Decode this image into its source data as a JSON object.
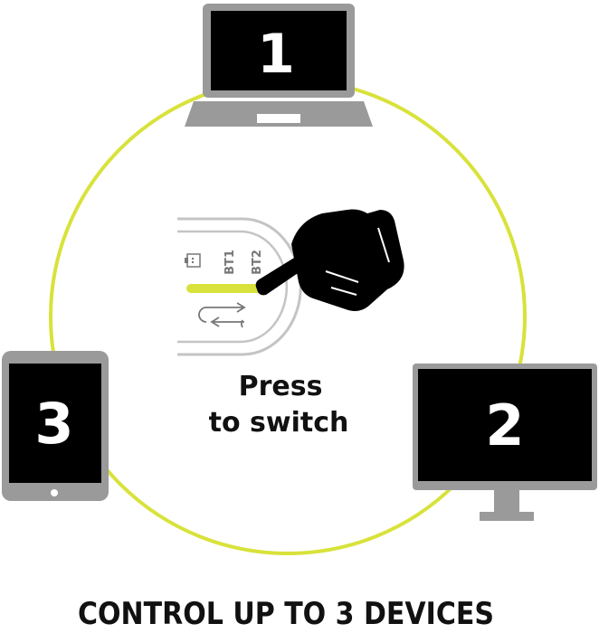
{
  "devices": [
    {
      "kind": "laptop",
      "number": "1"
    },
    {
      "kind": "monitor",
      "number": "2"
    },
    {
      "kind": "tablet",
      "number": "3"
    }
  ],
  "switch": {
    "labels": [
      "BT1",
      "BT2"
    ],
    "icons": [
      "usb-receiver-icon",
      "switch-arrows-icon",
      "pointing-hand-icon"
    ]
  },
  "instruction": {
    "line1": "Press",
    "line2": "to switch"
  },
  "footer": {
    "title": "CONTROL UP TO 3 DEVICES"
  },
  "colors": {
    "accent": "#d8e23a",
    "device_frame": "#9a9a9a",
    "screen": "#000000",
    "text": "#111111"
  }
}
